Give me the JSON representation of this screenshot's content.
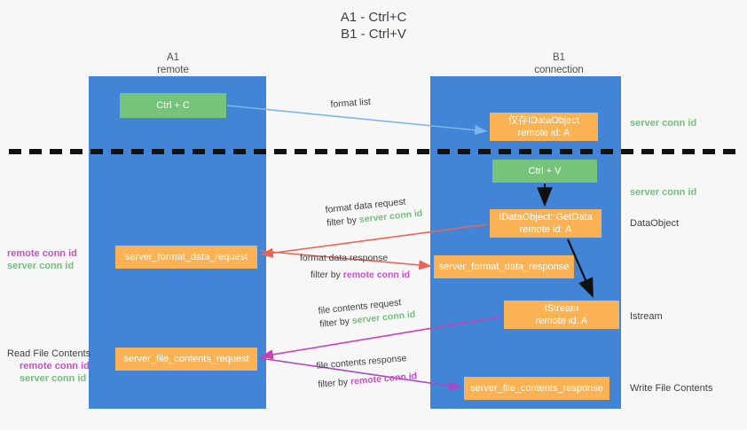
{
  "title": {
    "line1": "A1 - Ctrl+C",
    "line2": "B1 - Ctrl+V"
  },
  "columns": [
    {
      "id": "a1",
      "name": "A1",
      "sub": "remote"
    },
    {
      "id": "b1",
      "name": "B1",
      "sub": "connection"
    }
  ],
  "boxes": {
    "ctrl_c": {
      "label": "Ctrl + C",
      "color": "#76c479"
    },
    "ctrl_v": {
      "label": "Ctrl + V",
      "color": "#76c479"
    },
    "idataobject": {
      "line1": "仅存IDataObject",
      "line2": "remote id: A",
      "color": "#fbb254"
    },
    "getdata": {
      "line1": "IDataObject::GetData",
      "line2": "remote id: A",
      "color": "#fbb254"
    },
    "istream": {
      "line1": "IStream",
      "line2": "remote id: A",
      "color": "#fbb254"
    },
    "server_format_data_request": {
      "label": "server_format_data_request",
      "color": "#fbb254"
    },
    "server_format_data_response": {
      "label": "server_format_data_response",
      "color": "#fbb254"
    },
    "server_file_contents_request": {
      "label": "server_file_contents_request",
      "color": "#fbb254"
    },
    "server_file_contents_response": {
      "label": "server_file_contents_response",
      "color": "#fbb254"
    }
  },
  "flow_labels": {
    "format_list": {
      "line1": "format list"
    },
    "format_data_request": {
      "line1": "format data request",
      "filter_prefix": "filter by ",
      "filter_value": "server conn id"
    },
    "format_data_response": {
      "line1": "format data response",
      "filter_prefix": "filter by ",
      "filter_value": "remote conn id"
    },
    "file_contents_request": {
      "line1": "file contents request",
      "filter_prefix": "filter by ",
      "filter_value": "server conn id"
    },
    "file_contents_response": {
      "line1": "file contents response",
      "filter_prefix": "filter by ",
      "filter_value": "remote conn id"
    }
  },
  "side_notes": {
    "server_conn_id_1": "server conn id",
    "server_conn_id_2": "server conn id",
    "dataobject": "DataObject",
    "istream": "Istream",
    "write_file_contents": "Write File Contents"
  },
  "left_notes": {
    "note1": {
      "remote": "remote conn id",
      "server": "server conn id"
    },
    "note2": {
      "title": "Read File Contents",
      "remote": "remote conn id",
      "server": "server conn id"
    }
  },
  "colors": {
    "lane": "#4285d6",
    "green_box": "#76c479",
    "orange_box": "#fbb254",
    "green_text": "#73bf7b",
    "purple_text": "#c354c3",
    "arrow_blue": "#7cb5e8",
    "arrow_red": "#e8655a",
    "arrow_magenta": "#cc3fb4",
    "arrow_purple": "#a64bc4",
    "arrow_black": "#111111",
    "background": "#f7f7f7"
  }
}
